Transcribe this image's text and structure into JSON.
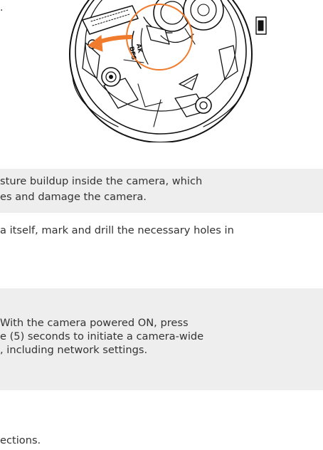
{
  "fragments": {
    "top": "."
  },
  "figure": {
    "label_a": "AK",
    "label_b": "DES"
  },
  "note1": {
    "line1": "sture buildup inside the camera, which",
    "line2": "es and damage the camera."
  },
  "paragraph": {
    "line1": "a itself, mark and drill the necessary holes in"
  },
  "note2": {
    "line1": " With the camera powered ON, press",
    "line2": "e (5) seconds to initiate a camera-wide",
    "line3": ", including network settings."
  },
  "footer": {
    "line1": "ections."
  },
  "colors": {
    "accent": "#f07b2c",
    "note_bg": "#eeeeee",
    "text": "#333333"
  }
}
